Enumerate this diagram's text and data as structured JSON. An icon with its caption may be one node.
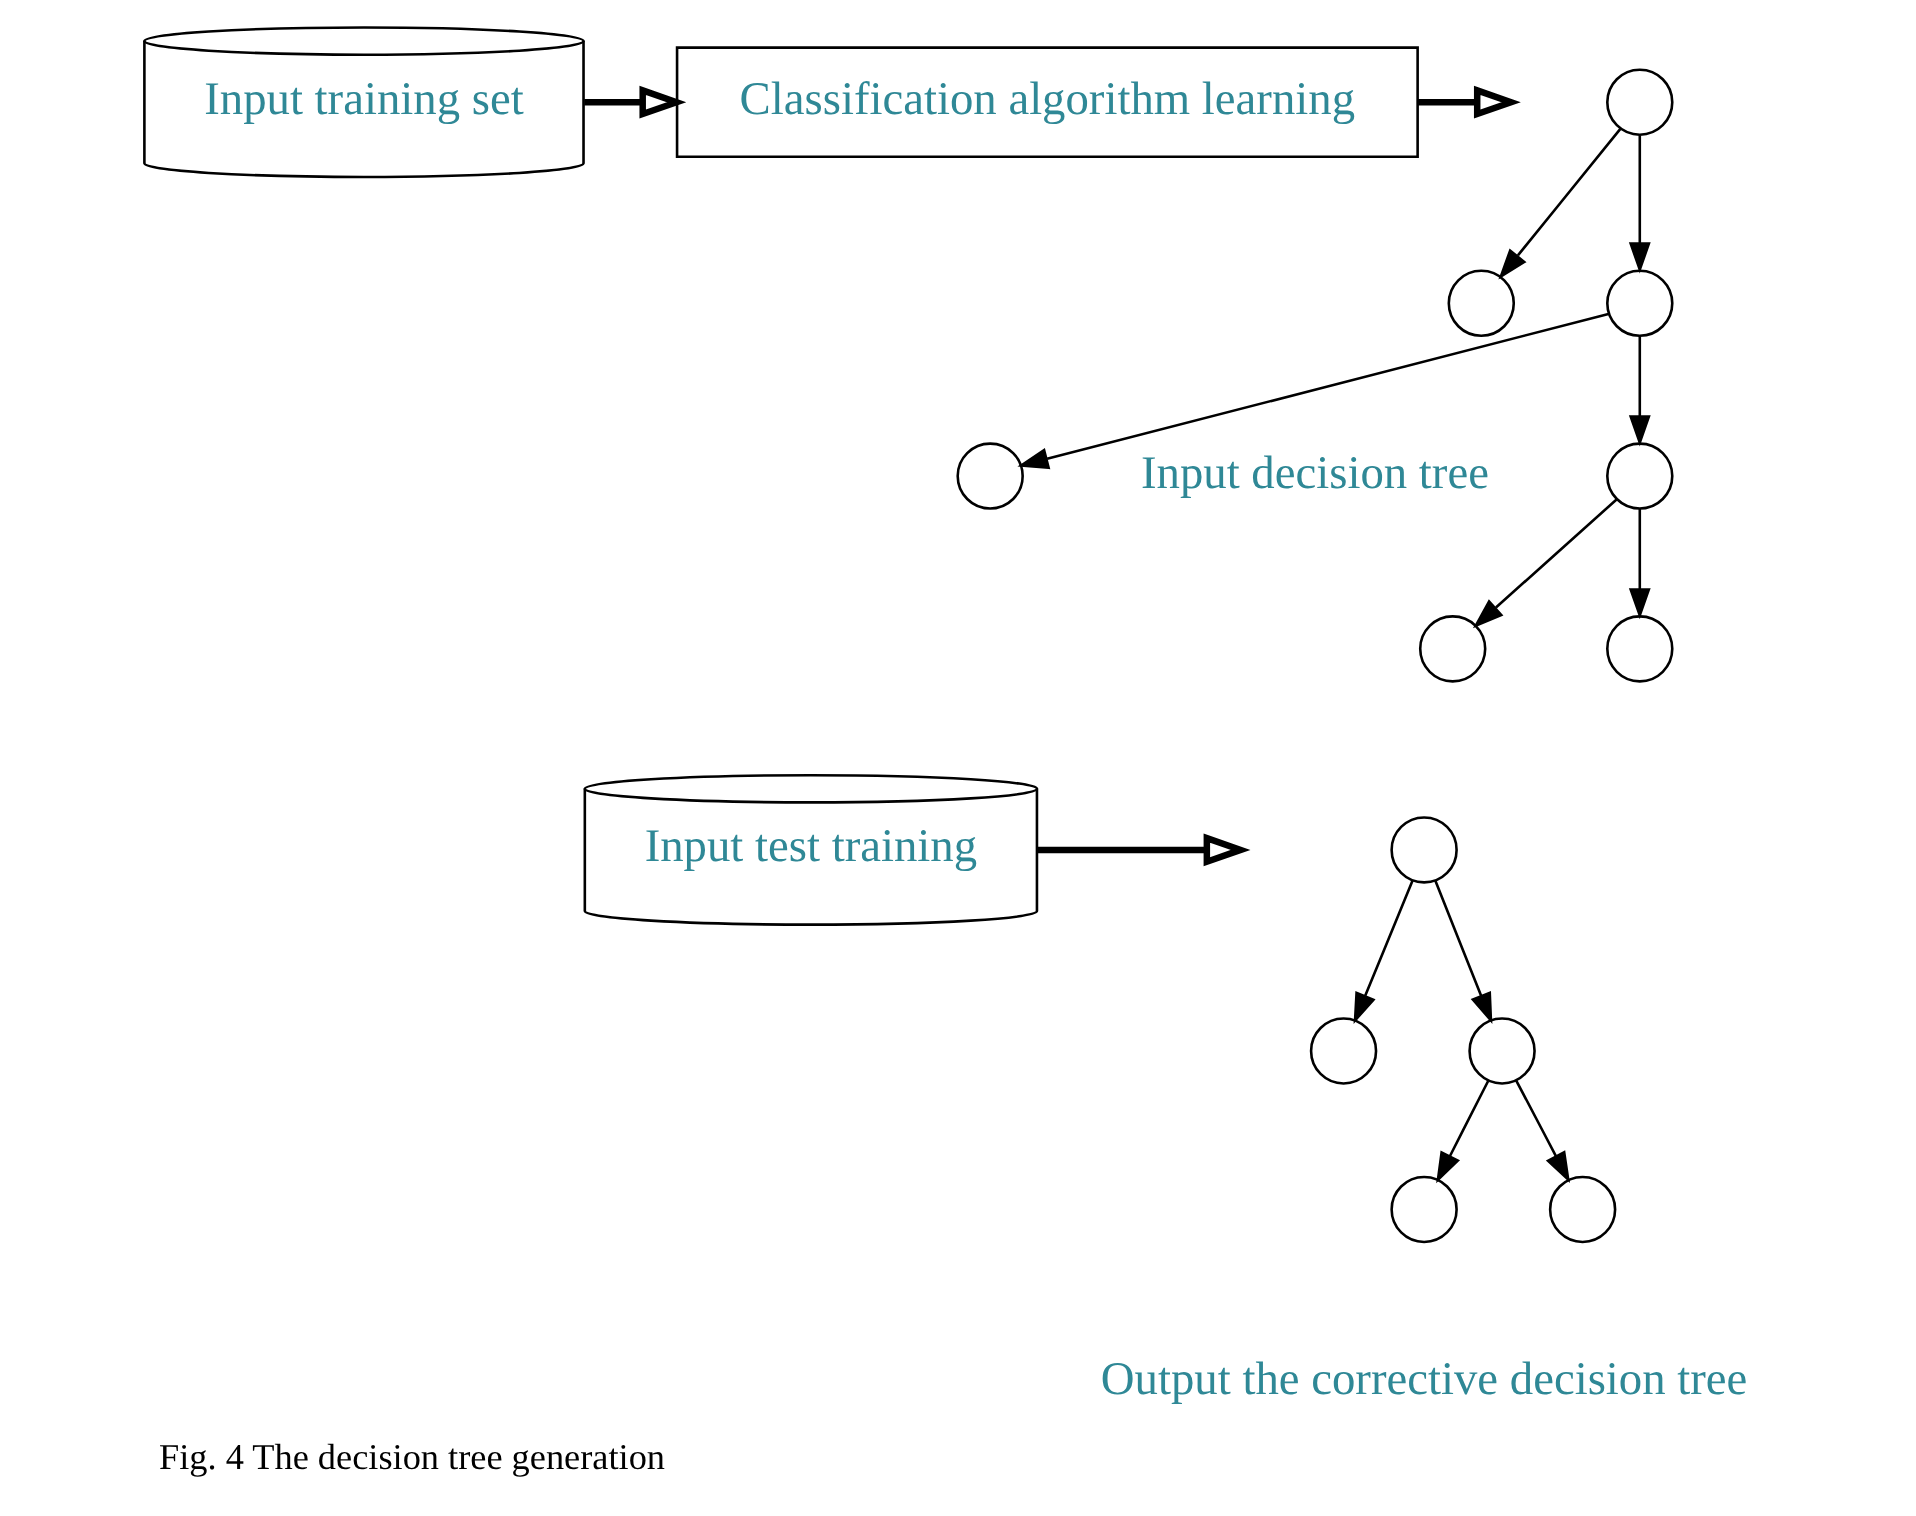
{
  "diagram": {
    "caption": "Fig. 4 The decision tree generation",
    "nodes": [
      {
        "text": [
          "Input training set"
        ]
      },
      {
        "text": [
          "Classification algorithm learning"
        ]
      },
      {
        "text": [],
        "shape": "circle"
      },
      {
        "text": [],
        "shape": "circle"
      },
      {
        "text": [],
        "shape": "circle"
      },
      {
        "text": [],
        "shape": "circle"
      },
      {
        "text": [],
        "shape": "circle"
      },
      {
        "text": [],
        "shape": "circle"
      },
      {
        "text": [],
        "shape": "circle"
      },
      {
        "text": [
          "Input test training"
        ]
      },
      {
        "text": [],
        "shape": "circle"
      },
      {
        "text": [],
        "shape": "circle"
      },
      {
        "text": [],
        "shape": "circle"
      },
      {
        "text": [],
        "shape": "circle"
      },
      {
        "text": [],
        "shape": "circle"
      }
    ],
    "edges": [
      {
        "from": 0,
        "to": 1,
        "arrow": "to",
        "style": "thick"
      },
      {
        "from": 1,
        "to": null,
        "arrow": "to",
        "style": "thick"
      },
      {
        "from": 2,
        "to": 3,
        "arrow": "to"
      },
      {
        "from": 2,
        "to": 4,
        "arrow": "to"
      },
      {
        "from": 4,
        "to": 5,
        "arrow": "to"
      },
      {
        "from": 4,
        "to": 6,
        "arrow": "to"
      },
      {
        "from": 5,
        "to": 7,
        "arrow": "to"
      },
      {
        "from": 5,
        "to": 8,
        "arrow": "to"
      },
      {
        "from": 9,
        "to": null,
        "arrow": "to",
        "style": "thick"
      },
      {
        "from": 10,
        "to": 11,
        "arrow": "to"
      },
      {
        "from": 10,
        "to": 12,
        "arrow": "to"
      },
      {
        "from": 12,
        "to": 13,
        "arrow": "to"
      },
      {
        "from": 12,
        "to": 14,
        "arrow": "to"
      }
    ],
    "labels": [
      "Input decision tree",
      "Output the corrective decision tree"
    ]
  }
}
